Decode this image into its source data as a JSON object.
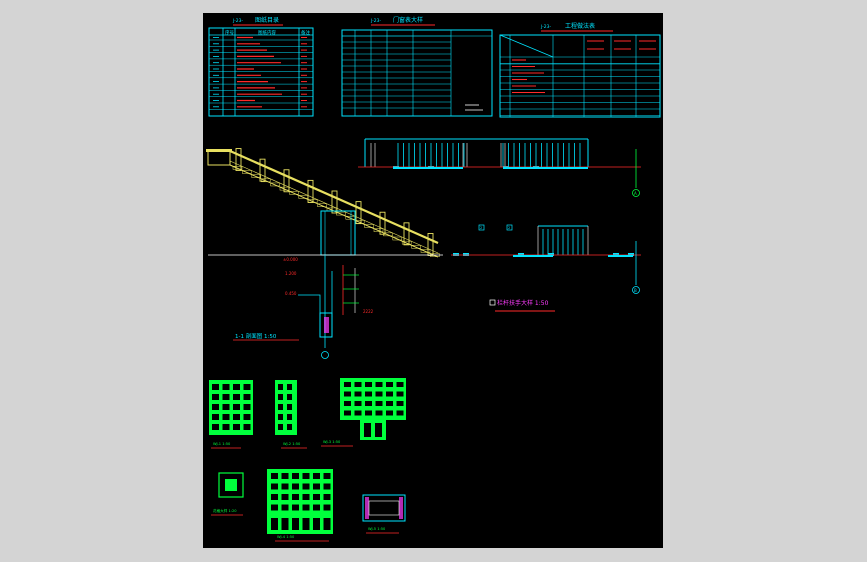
{
  "drawing": {
    "background": "#000000",
    "viewport_background": "#d4d4d4",
    "colors": {
      "cyan": "#00e5ff",
      "red": "#ff2a2a",
      "green": "#00ff3c",
      "yellow": "#e8e060",
      "magenta": "#ff3cff",
      "white": "#ffffff"
    }
  },
  "tables": {
    "drawing_index": {
      "title_prefix": "J-23-",
      "title": "图纸目录",
      "col_no": "序号",
      "col_content": "图纸内容",
      "col_note": "备注"
    },
    "door_window": {
      "title_prefix": "J-23-",
      "title": "门窗表大样"
    },
    "schedule": {
      "title_prefix": "J-23-",
      "title": "工程做法表"
    }
  },
  "labels": {
    "section_view": "1-1 剖面图 1:50",
    "railing_detail": "栏杆扶手大样 1:50",
    "axis_a": "A",
    "axis_b": "B",
    "axis_1": "1",
    "elev_1": "±0.000",
    "elev_2": "1.200",
    "elev_3": "0.450",
    "dim_1": "2222",
    "grid_marker_1": "2",
    "grid_marker_2": "2",
    "panel_a": "WJ-1 1:50",
    "panel_b": "WJ-2 1:50",
    "panel_c": "WJ-3 1:50",
    "panel_d": "花格大样 1:20",
    "panel_e": "WJ-4 1:50",
    "panel_f": "WJ-5 1:50"
  }
}
